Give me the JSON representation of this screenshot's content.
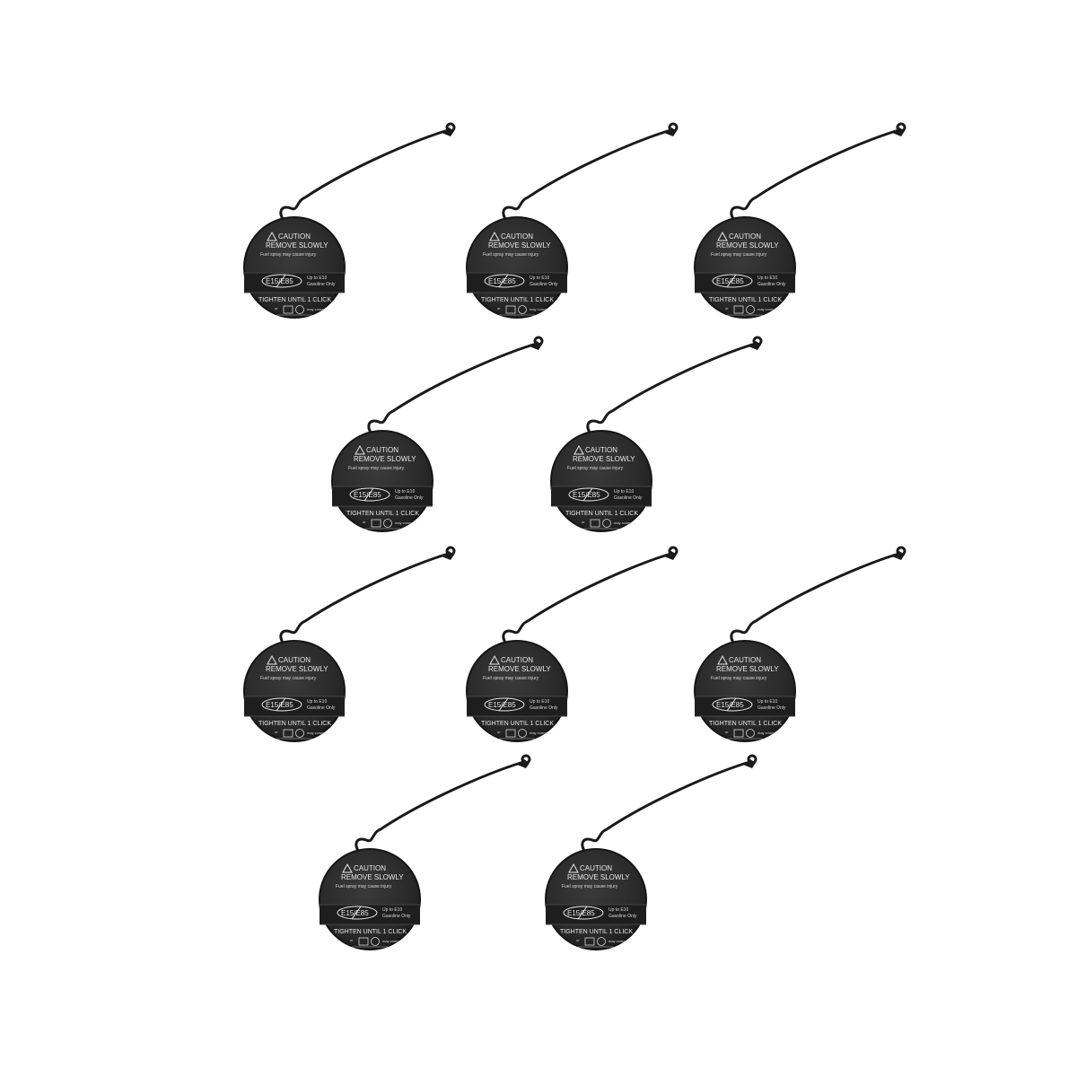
{
  "scene": {
    "background": "#ffffff",
    "cap_color": "#2b2b2b",
    "item_count": 10,
    "product": "fuel cap with tether"
  },
  "cap_label": {
    "caution": "CAUTION",
    "remove": "REMOVE SLOWLY",
    "warning": "Fuel spray may cause injury",
    "fuel_badge": "E15/E85",
    "up_to": "Up to E10",
    "gasoline": "Gasoline Only",
    "tighten": "TIGHTEN UNTIL 1 CLICK",
    "or": "or",
    "may_come_on": "may come on."
  }
}
